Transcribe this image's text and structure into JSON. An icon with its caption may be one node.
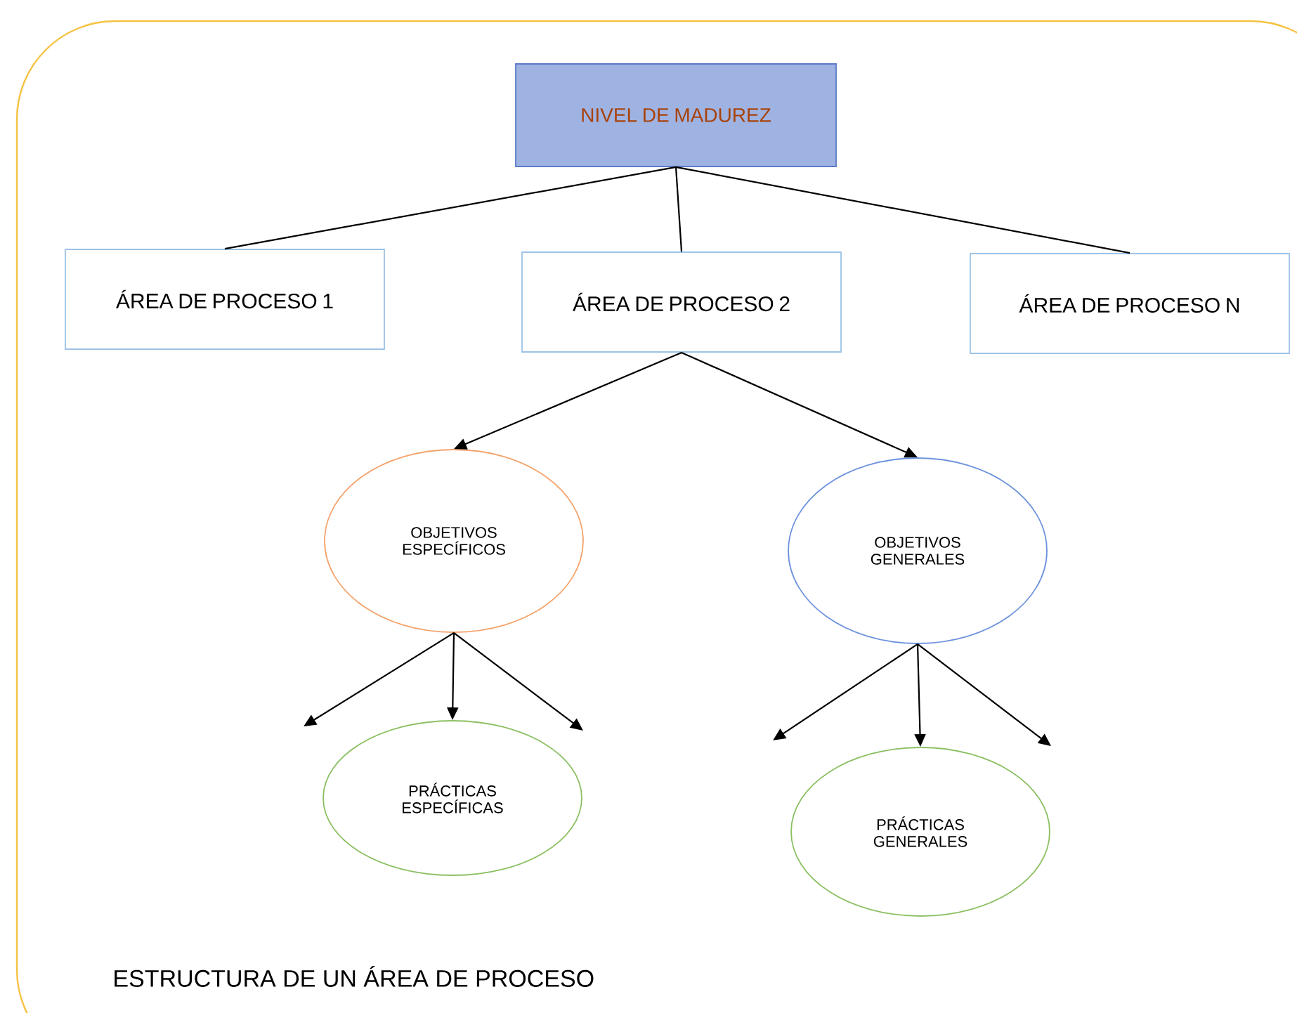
{
  "diagram": {
    "caption": "ESTRUCTURA DE UN ÁREA DE PROCESO",
    "nodes": [
      {
        "text": [
          "NIVEL DE MADUREZ"
        ]
      },
      {
        "text": [
          "ÁREA DE PROCESO 1"
        ]
      },
      {
        "text": [
          "ÁREA DE PROCESO 2"
        ]
      },
      {
        "text": [
          "ÁREA DE PROCESO N"
        ]
      },
      {
        "text": [
          "OBJETIVOS ESPECÍFICOS"
        ]
      },
      {
        "text": [
          "OBJETIVOS GENERALES"
        ]
      },
      {
        "text": [
          "PRÁCTICAS ESPECÍFICAS"
        ]
      },
      {
        "text": [
          "PRÁCTICAS GENERALES"
        ]
      }
    ],
    "edges": [
      {
        "from": 0,
        "to": 1,
        "arrow": "none"
      },
      {
        "from": 0,
        "to": 2,
        "arrow": "none"
      },
      {
        "from": 0,
        "to": 3,
        "arrow": "none"
      },
      {
        "from": 2,
        "to": 4,
        "arrow": "to"
      },
      {
        "from": 2,
        "to": 5,
        "arrow": "to"
      },
      {
        "from": 4,
        "to": null,
        "arrow": "to"
      },
      {
        "from": 4,
        "to": 6,
        "arrow": "to"
      },
      {
        "from": 4,
        "to": null,
        "arrow": "to"
      },
      {
        "from": 5,
        "to": null,
        "arrow": "to"
      },
      {
        "from": 5,
        "to": 7,
        "arrow": "to"
      },
      {
        "from": 5,
        "to": null,
        "arrow": "to"
      }
    ]
  }
}
